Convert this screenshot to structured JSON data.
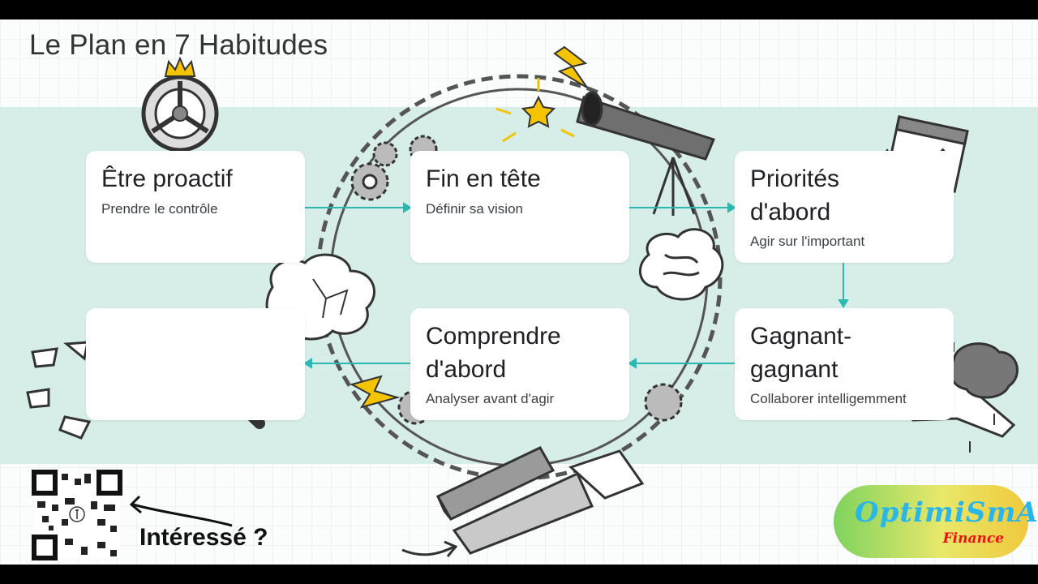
{
  "title": "Le Plan en 7 Habitudes",
  "cards": [
    {
      "heading": "Être proactif",
      "sub": "Prendre le contrôle"
    },
    {
      "heading": "Fin en tête",
      "sub": "Définir sa vision"
    },
    {
      "heading": "Priorités\nd'abord",
      "sub": "Agir sur l'important"
    },
    {
      "heading": "Gagnant-\ngagnant",
      "sub": "Collaborer intelligemment"
    },
    {
      "heading": "Comprendre\nd'abord",
      "sub": "Analyser avant d'agir"
    },
    {
      "heading": "",
      "sub": ""
    }
  ],
  "qr_label": "Intéressé ?",
  "logo": {
    "main": "OptimiSmArt",
    "sub": "Finance"
  },
  "colors": {
    "band": "#d6ede8",
    "arrow": "#2bb8b0",
    "logo_text": "#2bb6e8",
    "logo_finance": "#e11111"
  },
  "icons": [
    "steering-wheel-icon",
    "crown-icon",
    "gears-icon",
    "telescope-icon",
    "lightning-icon",
    "star-icon",
    "calendar-icon",
    "up-arrow-icon",
    "brain-icon",
    "handshake-icon",
    "magnifier-icon",
    "lightbulb-icon",
    "hands-circle-icon",
    "saw-icon",
    "wood-block-icon",
    "qr-code-icon"
  ]
}
